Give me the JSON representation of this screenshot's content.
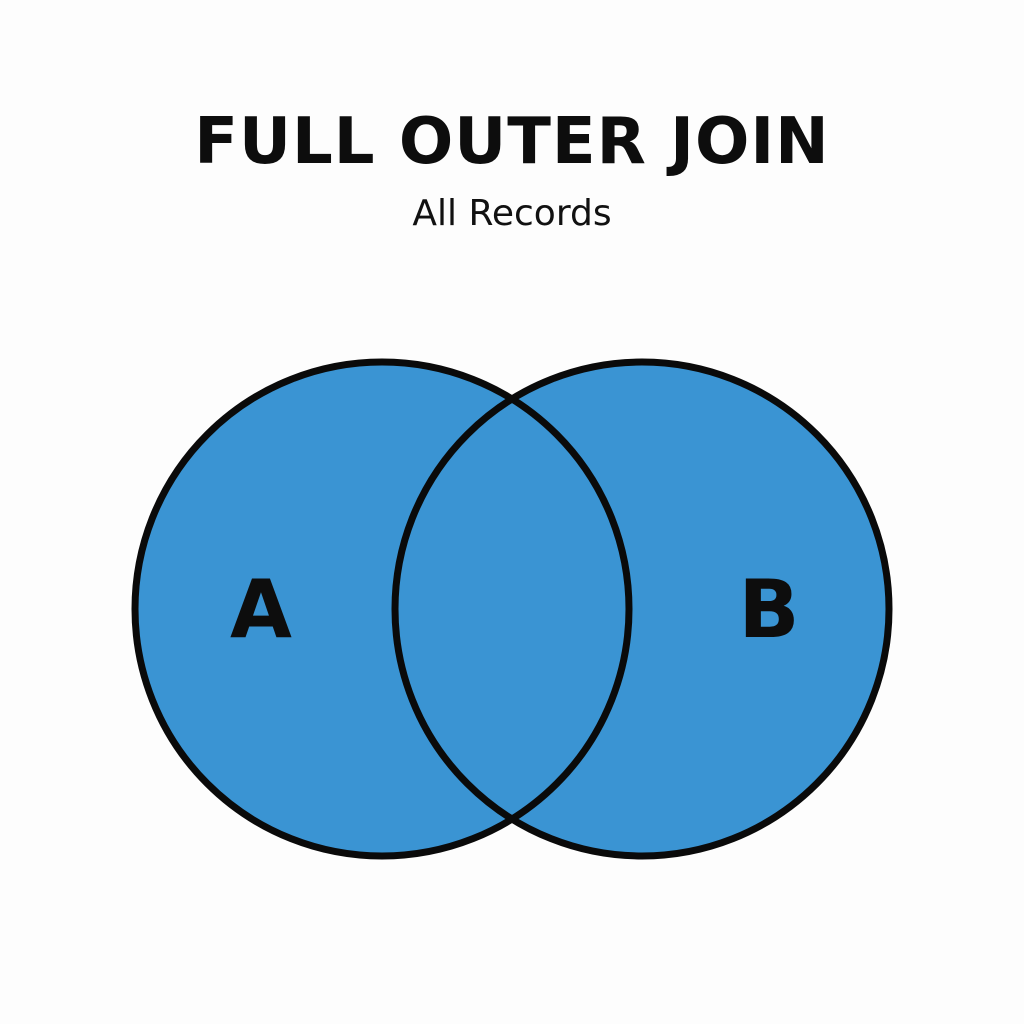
{
  "diagram": {
    "title": "FULL OUTER JOIN",
    "subtitle": "All Records",
    "sets": [
      {
        "label": "A"
      },
      {
        "label": "B"
      }
    ],
    "fill_color": "#3a94d3",
    "stroke_color": "#0a0a0a",
    "background_color": "#fdfdfd",
    "highlighted_regions": [
      "A only",
      "A and B",
      "B only"
    ]
  }
}
